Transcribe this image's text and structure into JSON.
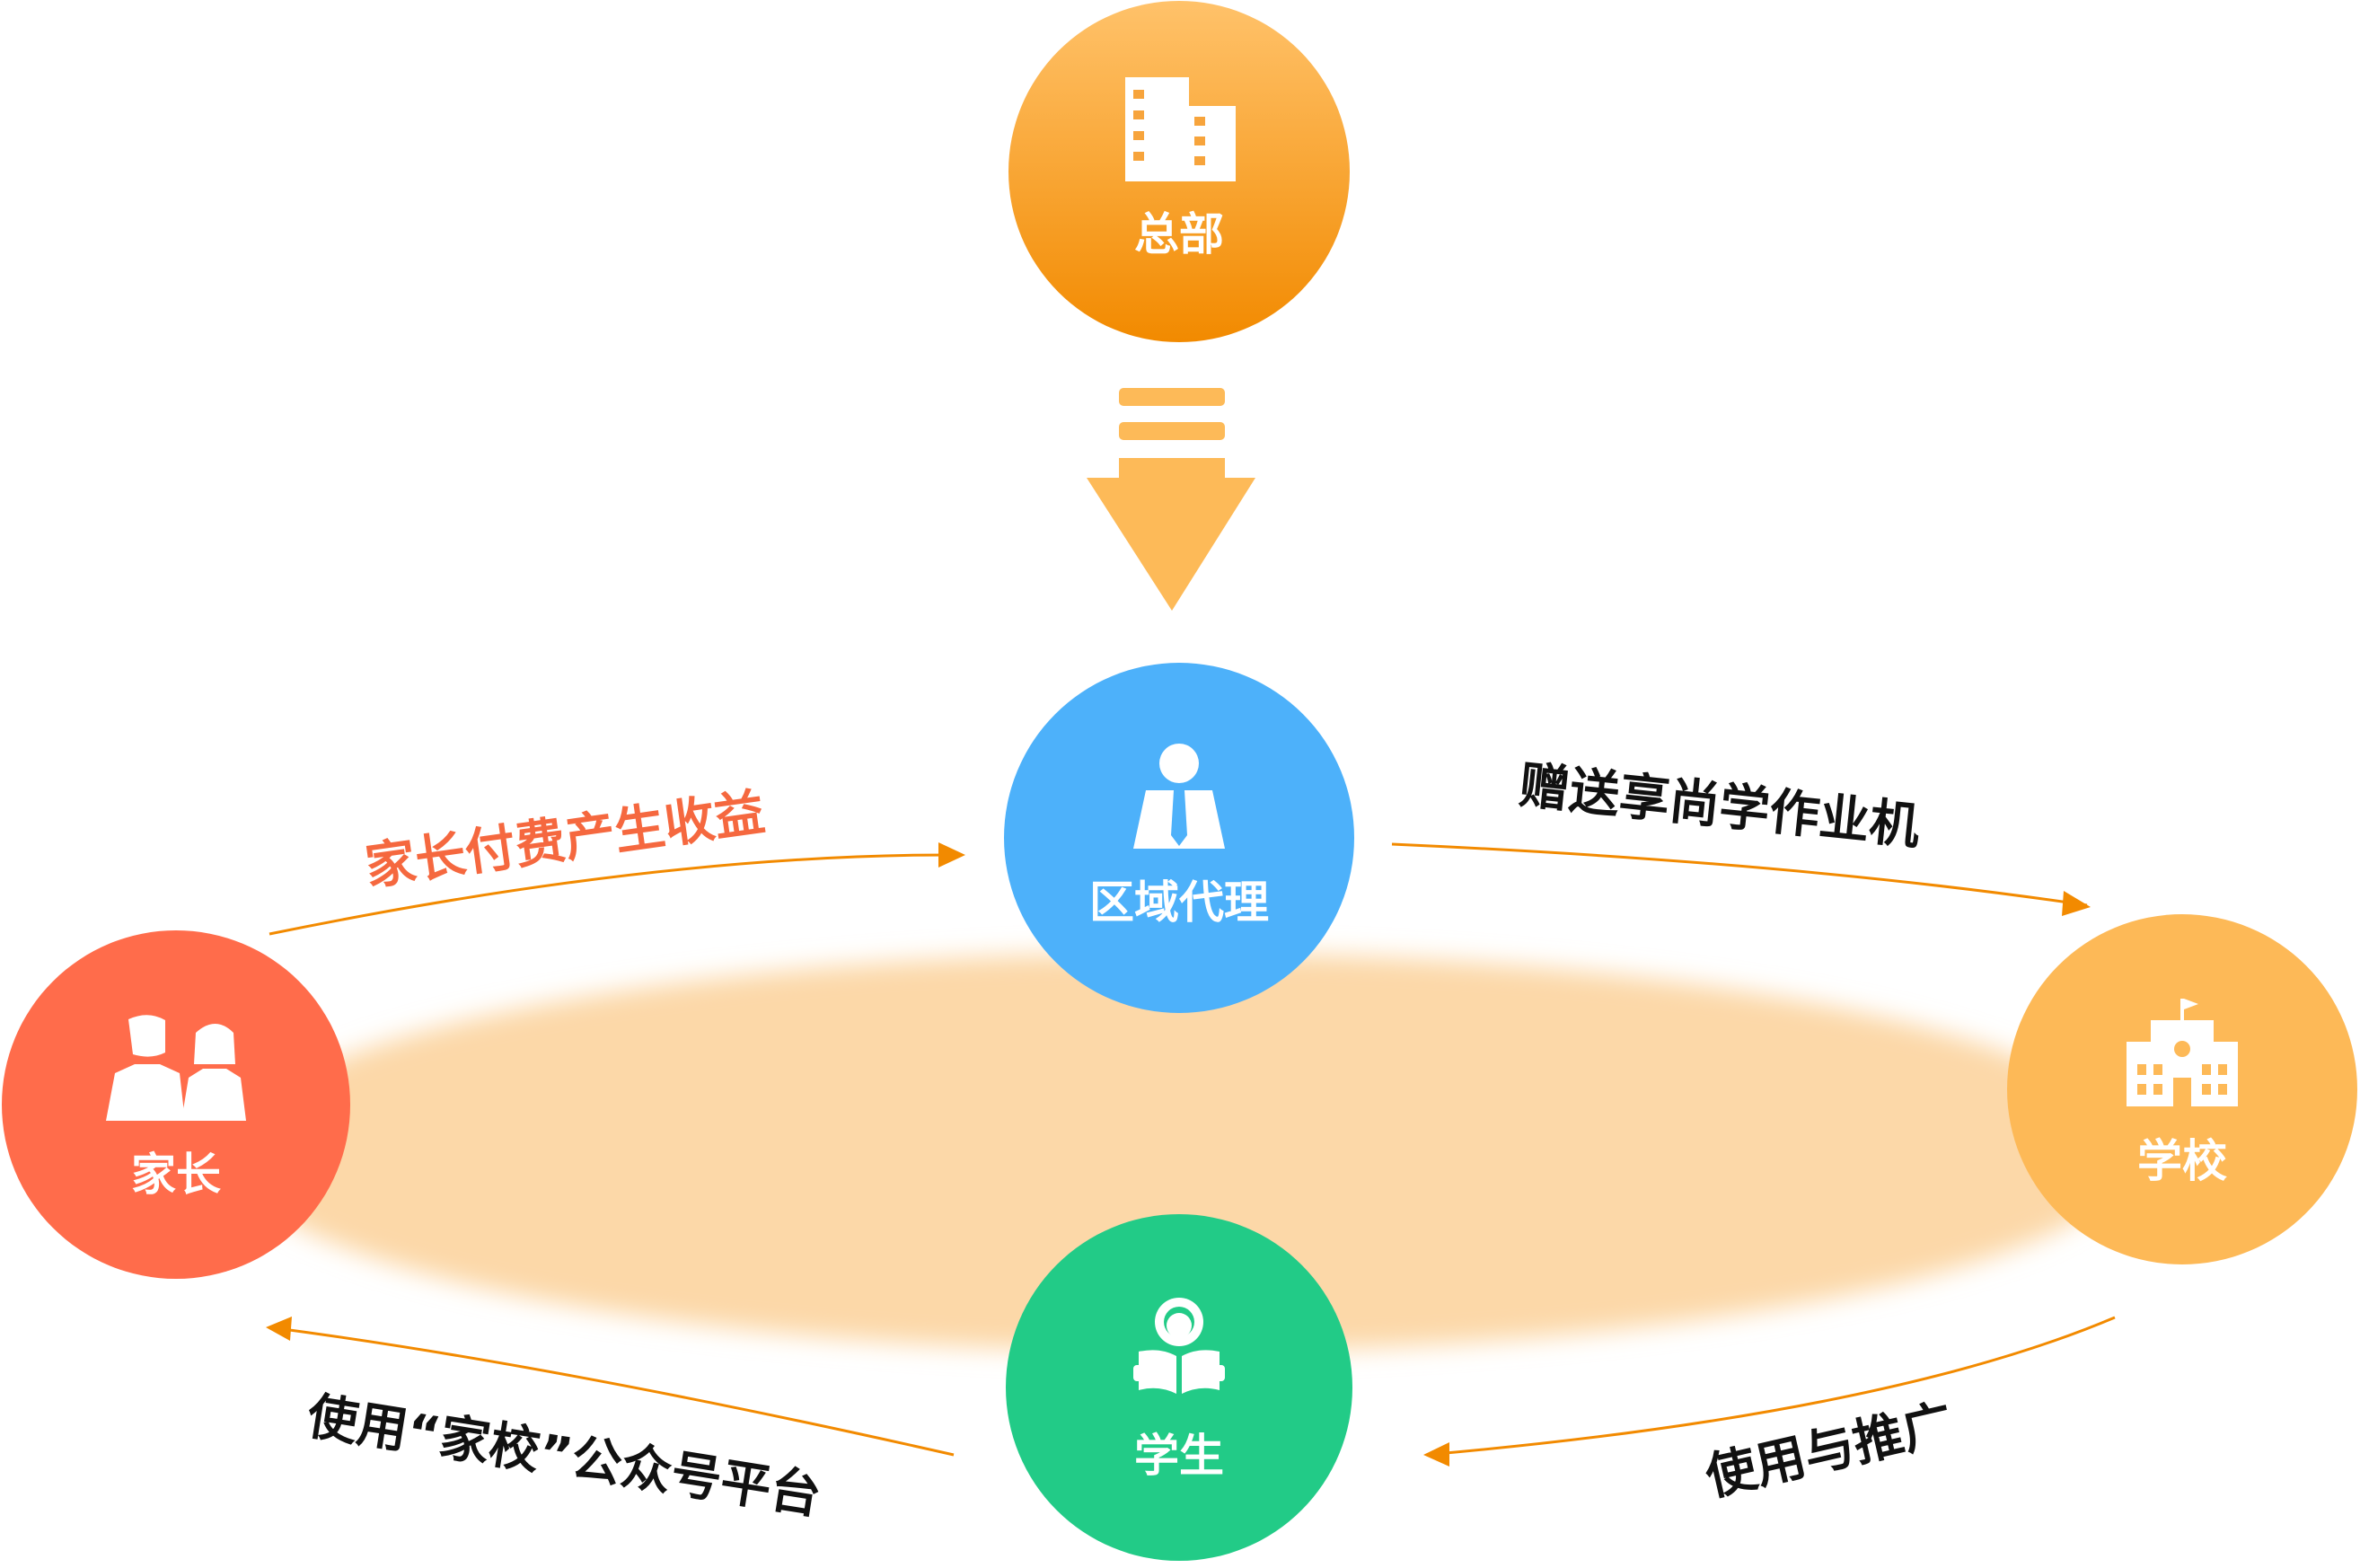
{
  "nodes": {
    "headquarters": {
      "label": "总部",
      "icon": "buildings-icon",
      "color_top": "#FFC26A",
      "color_bottom": "#F28A00"
    },
    "regional_agent": {
      "label": "区域代理",
      "icon": "businessman-icon",
      "color": "#4DB1FA"
    },
    "school": {
      "label": "学校",
      "icon": "school-building-icon",
      "color": "#FDB957"
    },
    "student": {
      "label": "学生",
      "icon": "student-reading-icon",
      "color": "#22CB87"
    },
    "parent": {
      "label": "家长",
      "icon": "parents-icon",
      "color": "#FF6C4B"
    }
  },
  "edges": {
    "parent_to_agent": {
      "label": "家长付费产生收益",
      "color": "#F5683F"
    },
    "agent_to_school": {
      "label": "赠送享尚学作业机",
      "color": "#111111"
    },
    "school_to_student": {
      "label": "使用与推广",
      "color": "#111111"
    },
    "student_to_parent": {
      "label": "使用“家校”公众号平台",
      "color": "#111111"
    }
  },
  "colors": {
    "arrow": "#F28A00",
    "ellipse": "#FCD8A8",
    "down_arrow": "#FDBA58"
  }
}
